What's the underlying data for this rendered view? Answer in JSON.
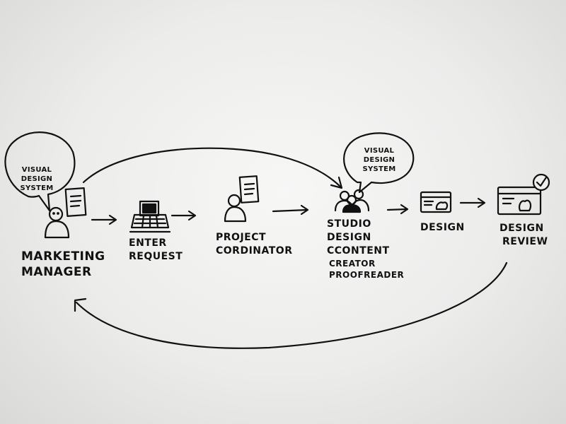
{
  "bubbles": {
    "left": {
      "line1": "VISUAL DESIGN",
      "line2": "SYSTEM"
    },
    "right": {
      "line1": "VISUAL DESIGN",
      "line2": "SYSTEM"
    }
  },
  "steps": {
    "marketing_manager": {
      "line1": "MARKETING",
      "line2": "MANAGER"
    },
    "enter_request": {
      "line1": "ENTER",
      "line2": "REQUEST"
    },
    "project_coordinator": {
      "line1": "PROJECT",
      "line2": "CORDINATOR"
    },
    "studio": {
      "line1": "STUDIO",
      "line2": "DESIGN",
      "line3": "CCONTENT",
      "line4": "CREATOR",
      "line5": "PROOFREADER"
    },
    "design": {
      "line1": "DESIGN"
    },
    "design_review": {
      "line1": "DESIGN",
      "line2": "REVIEW"
    }
  },
  "icons": {
    "marketing_manager": "person-with-document-icon",
    "enter_request": "computer-icon",
    "project_coordinator": "person-with-document-icon",
    "studio": "group-of-people-icon",
    "design": "design-screen-icon",
    "design_review": "design-review-screen-checkmark-icon"
  },
  "colors": {
    "ink": "#111111",
    "paper": "#efefee"
  }
}
